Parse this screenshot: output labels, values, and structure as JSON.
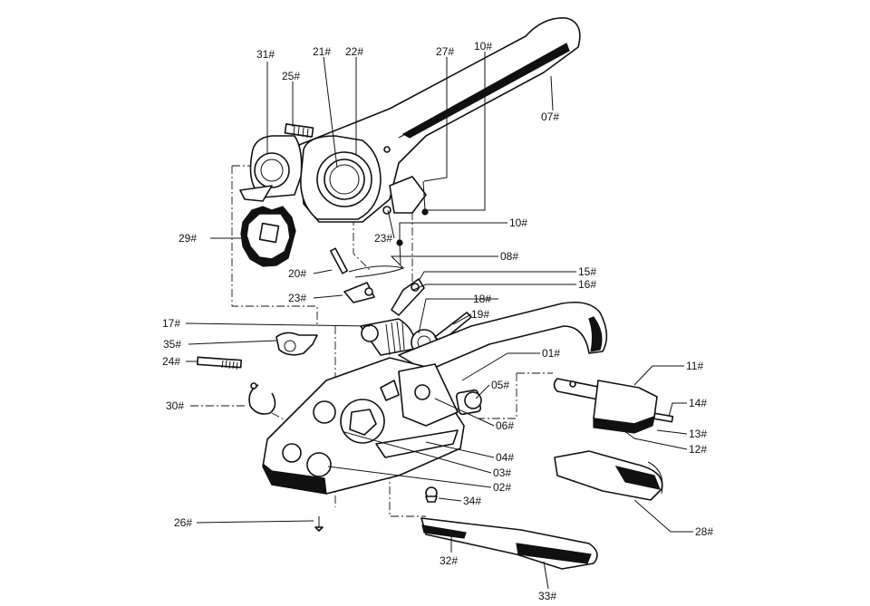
{
  "labels": {
    "p01": "01#",
    "p02": "02#",
    "p03": "03#",
    "p04": "04#",
    "p05": "05#",
    "p06": "06#",
    "p07": "07#",
    "p08": "08#",
    "p10a": "10#",
    "p10b": "10#",
    "p11": "11#",
    "p12": "12#",
    "p13": "13#",
    "p14": "14#",
    "p15": "15#",
    "p16": "16#",
    "p17": "17#",
    "p18": "18#",
    "p19": "19#",
    "p20": "20#",
    "p21": "21#",
    "p22": "22#",
    "p23a": "23#",
    "p23b": "23#",
    "p24": "24#",
    "p25": "25#",
    "p26": "26#",
    "p27": "27#",
    "p28": "28#",
    "p29": "29#",
    "p30": "30#",
    "p31": "31#",
    "p32": "32#",
    "p33": "33#",
    "p34": "34#",
    "p35": "35#"
  }
}
